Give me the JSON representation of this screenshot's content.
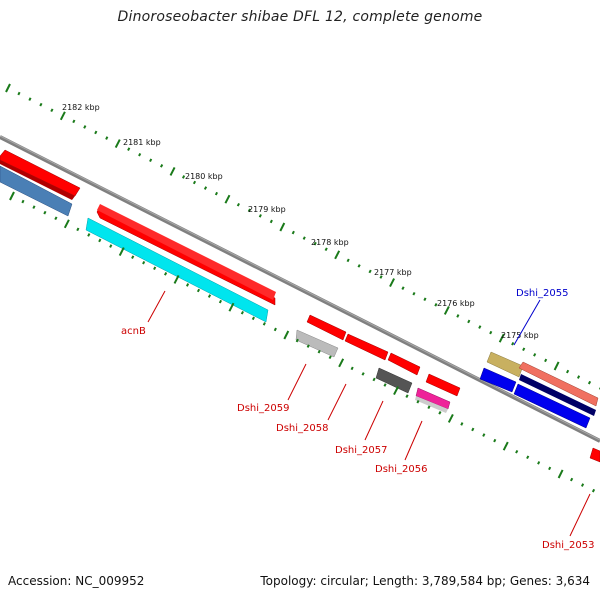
{
  "title": "Dinoroseobacter shibae DFL 12, complete genome",
  "footer": {
    "accession": "Accession: NC_009952",
    "topology": "Topology: circular; Length: 3,789,584 bp; Genes: 3,634"
  },
  "ticks": [
    "2182 kbp",
    "2181 kbp",
    "2180 kbp",
    "2179 kbp",
    "2178 kbp",
    "2177 kbp",
    "2176 kbp",
    "2175 kbp"
  ],
  "gene_labels": [
    "acnB",
    "Dshi_2059",
    "Dshi_2058",
    "Dshi_2057",
    "Dshi_2056",
    "Dshi_2055",
    "Dshi_2053"
  ],
  "colors": {
    "forward_gene": "#ff0000",
    "reverse_gene": "#ff0000",
    "label_red": "#cc0000",
    "label_blue": "#0000cc",
    "backbone": "#808080",
    "ticks": "#1a7a1a",
    "cyan": "#00e5ee",
    "steelblue": "#4a7fb5",
    "blue": "#0000ee",
    "navy": "#000066",
    "khaki": "#c8b060",
    "salmon": "#f07060",
    "gray_dark": "#555555",
    "gray_light": "#bbbbbb",
    "magenta": "#ee2299"
  }
}
